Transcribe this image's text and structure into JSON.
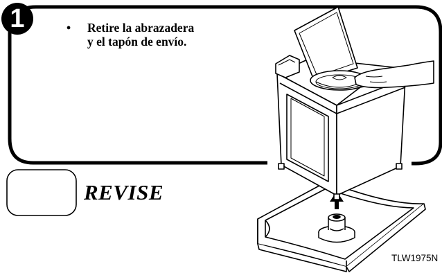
{
  "step": {
    "number": "1"
  },
  "instruction": {
    "bullet": "•",
    "lines": [
      "Retire la abrazadera",
      "y el tapón de envío."
    ]
  },
  "checkbox": {
    "label": "REVISE"
  },
  "figure": {
    "code": "TLW1975N"
  },
  "colors": {
    "ink": "#000000",
    "paper": "#ffffff"
  }
}
